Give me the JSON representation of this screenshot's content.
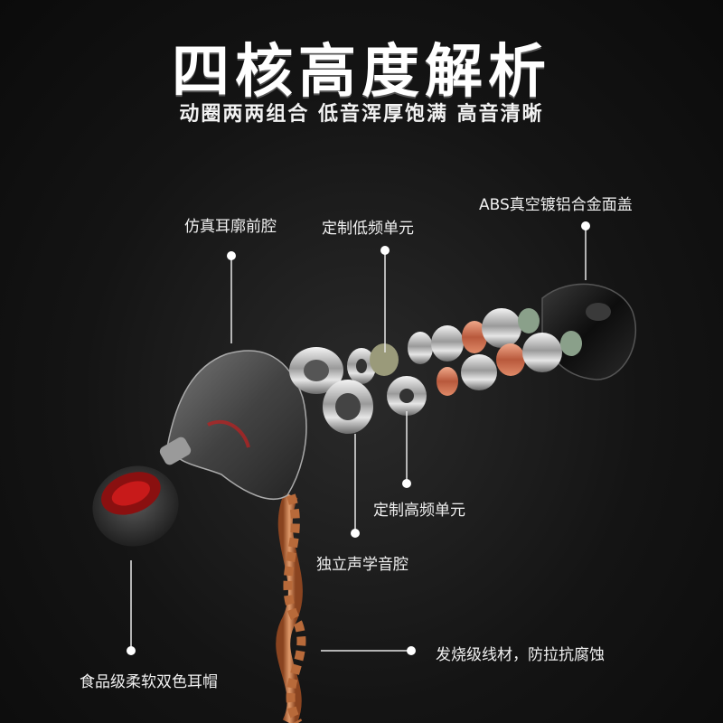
{
  "headline": "四核高度解析",
  "subheadline": "动圈两两组合 低音浑厚饱满 高音清晰",
  "callouts": {
    "front_cavity": "仿真耳廓前腔",
    "low_driver": "定制低频单元",
    "faceplate": "ABS真空镀铝合金面盖",
    "high_driver": "定制高频单元",
    "acoustic_chamber": "独立声学音腔",
    "cable": "发烧级线材，防拉抗腐蚀",
    "eartip": "食品级柔软双色耳帽"
  },
  "colors": {
    "background": "#141414",
    "text": "#ffffff",
    "cable": "#c8703a",
    "copper_ring": "#d98060",
    "metal": "#cfcfcf"
  }
}
